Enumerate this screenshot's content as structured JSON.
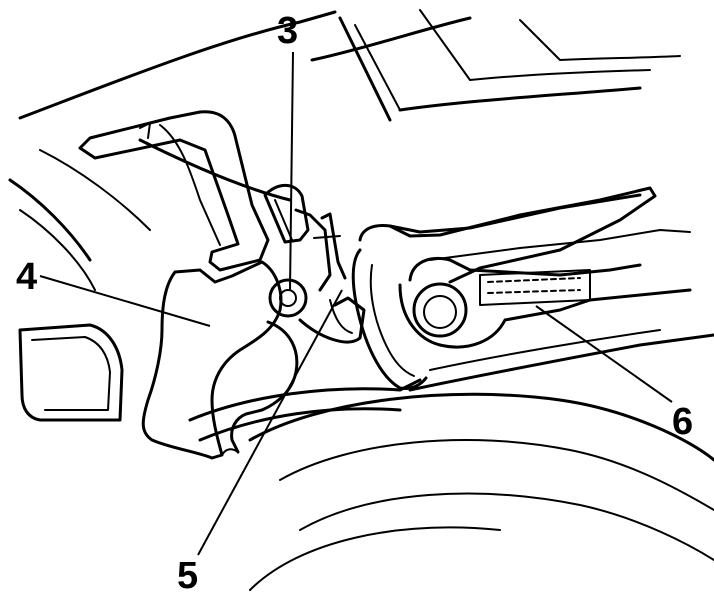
{
  "callouts": {
    "c3": "3",
    "c4": "4",
    "c5": "5",
    "c6": "6"
  }
}
